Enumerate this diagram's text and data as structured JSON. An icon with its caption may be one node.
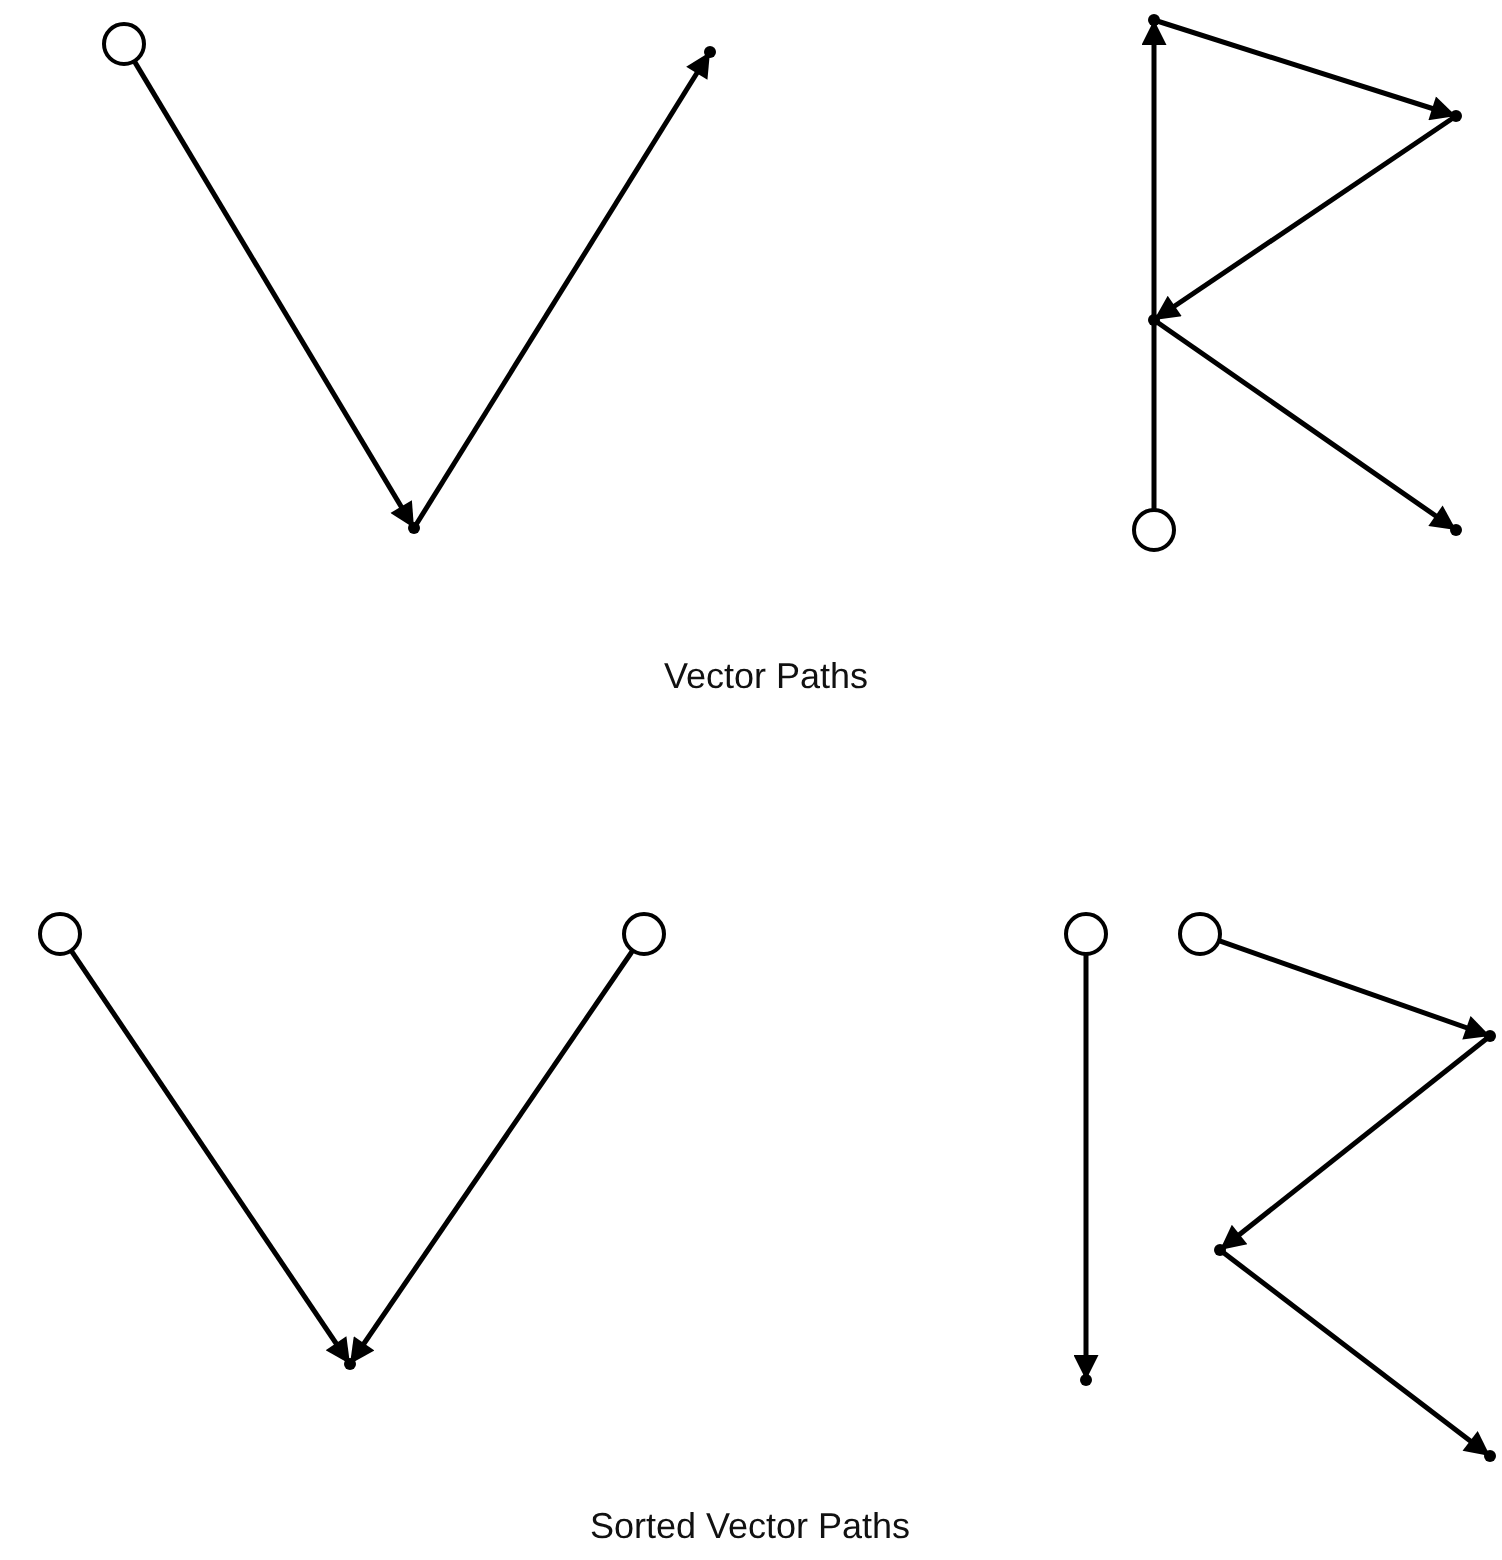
{
  "diagram": {
    "nodes": [
      {
        "text": [],
        "shape": "circle"
      },
      {
        "text": [],
        "shape": "point"
      },
      {
        "text": [],
        "shape": "point"
      },
      {
        "text": [],
        "shape": "point"
      },
      {
        "text": [],
        "shape": "point"
      },
      {
        "text": [],
        "shape": "point"
      },
      {
        "text": [],
        "shape": "circle"
      },
      {
        "text": [],
        "shape": "point"
      },
      {
        "text": [],
        "shape": "circle"
      },
      {
        "text": [],
        "shape": "circle"
      },
      {
        "text": [],
        "shape": "point"
      },
      {
        "text": [],
        "shape": "circle"
      },
      {
        "text": [],
        "shape": "circle"
      },
      {
        "text": [],
        "shape": "point"
      },
      {
        "text": [],
        "shape": "point"
      },
      {
        "text": [],
        "shape": "point"
      },
      {
        "text": [],
        "shape": "point"
      }
    ],
    "edges": [
      {
        "from": 0,
        "to": 1,
        "arrow": "to"
      },
      {
        "from": 1,
        "to": 2,
        "arrow": "to"
      },
      {
        "from": 6,
        "to": 3,
        "arrow": "to"
      },
      {
        "from": 3,
        "to": 4,
        "arrow": "to"
      },
      {
        "from": 4,
        "to": 5,
        "arrow": "to"
      },
      {
        "from": 5,
        "to": 7,
        "arrow": "to"
      },
      {
        "from": 8,
        "to": 10,
        "arrow": "to"
      },
      {
        "from": 9,
        "to": 10,
        "arrow": "to"
      },
      {
        "from": 11,
        "to": 13,
        "arrow": "to"
      },
      {
        "from": 12,
        "to": 14,
        "arrow": "to"
      },
      {
        "from": 14,
        "to": 15,
        "arrow": "to"
      },
      {
        "from": 15,
        "to": 16,
        "arrow": "to"
      }
    ],
    "labels": [
      "Vector Paths",
      "Sorted Vector Paths"
    ]
  }
}
